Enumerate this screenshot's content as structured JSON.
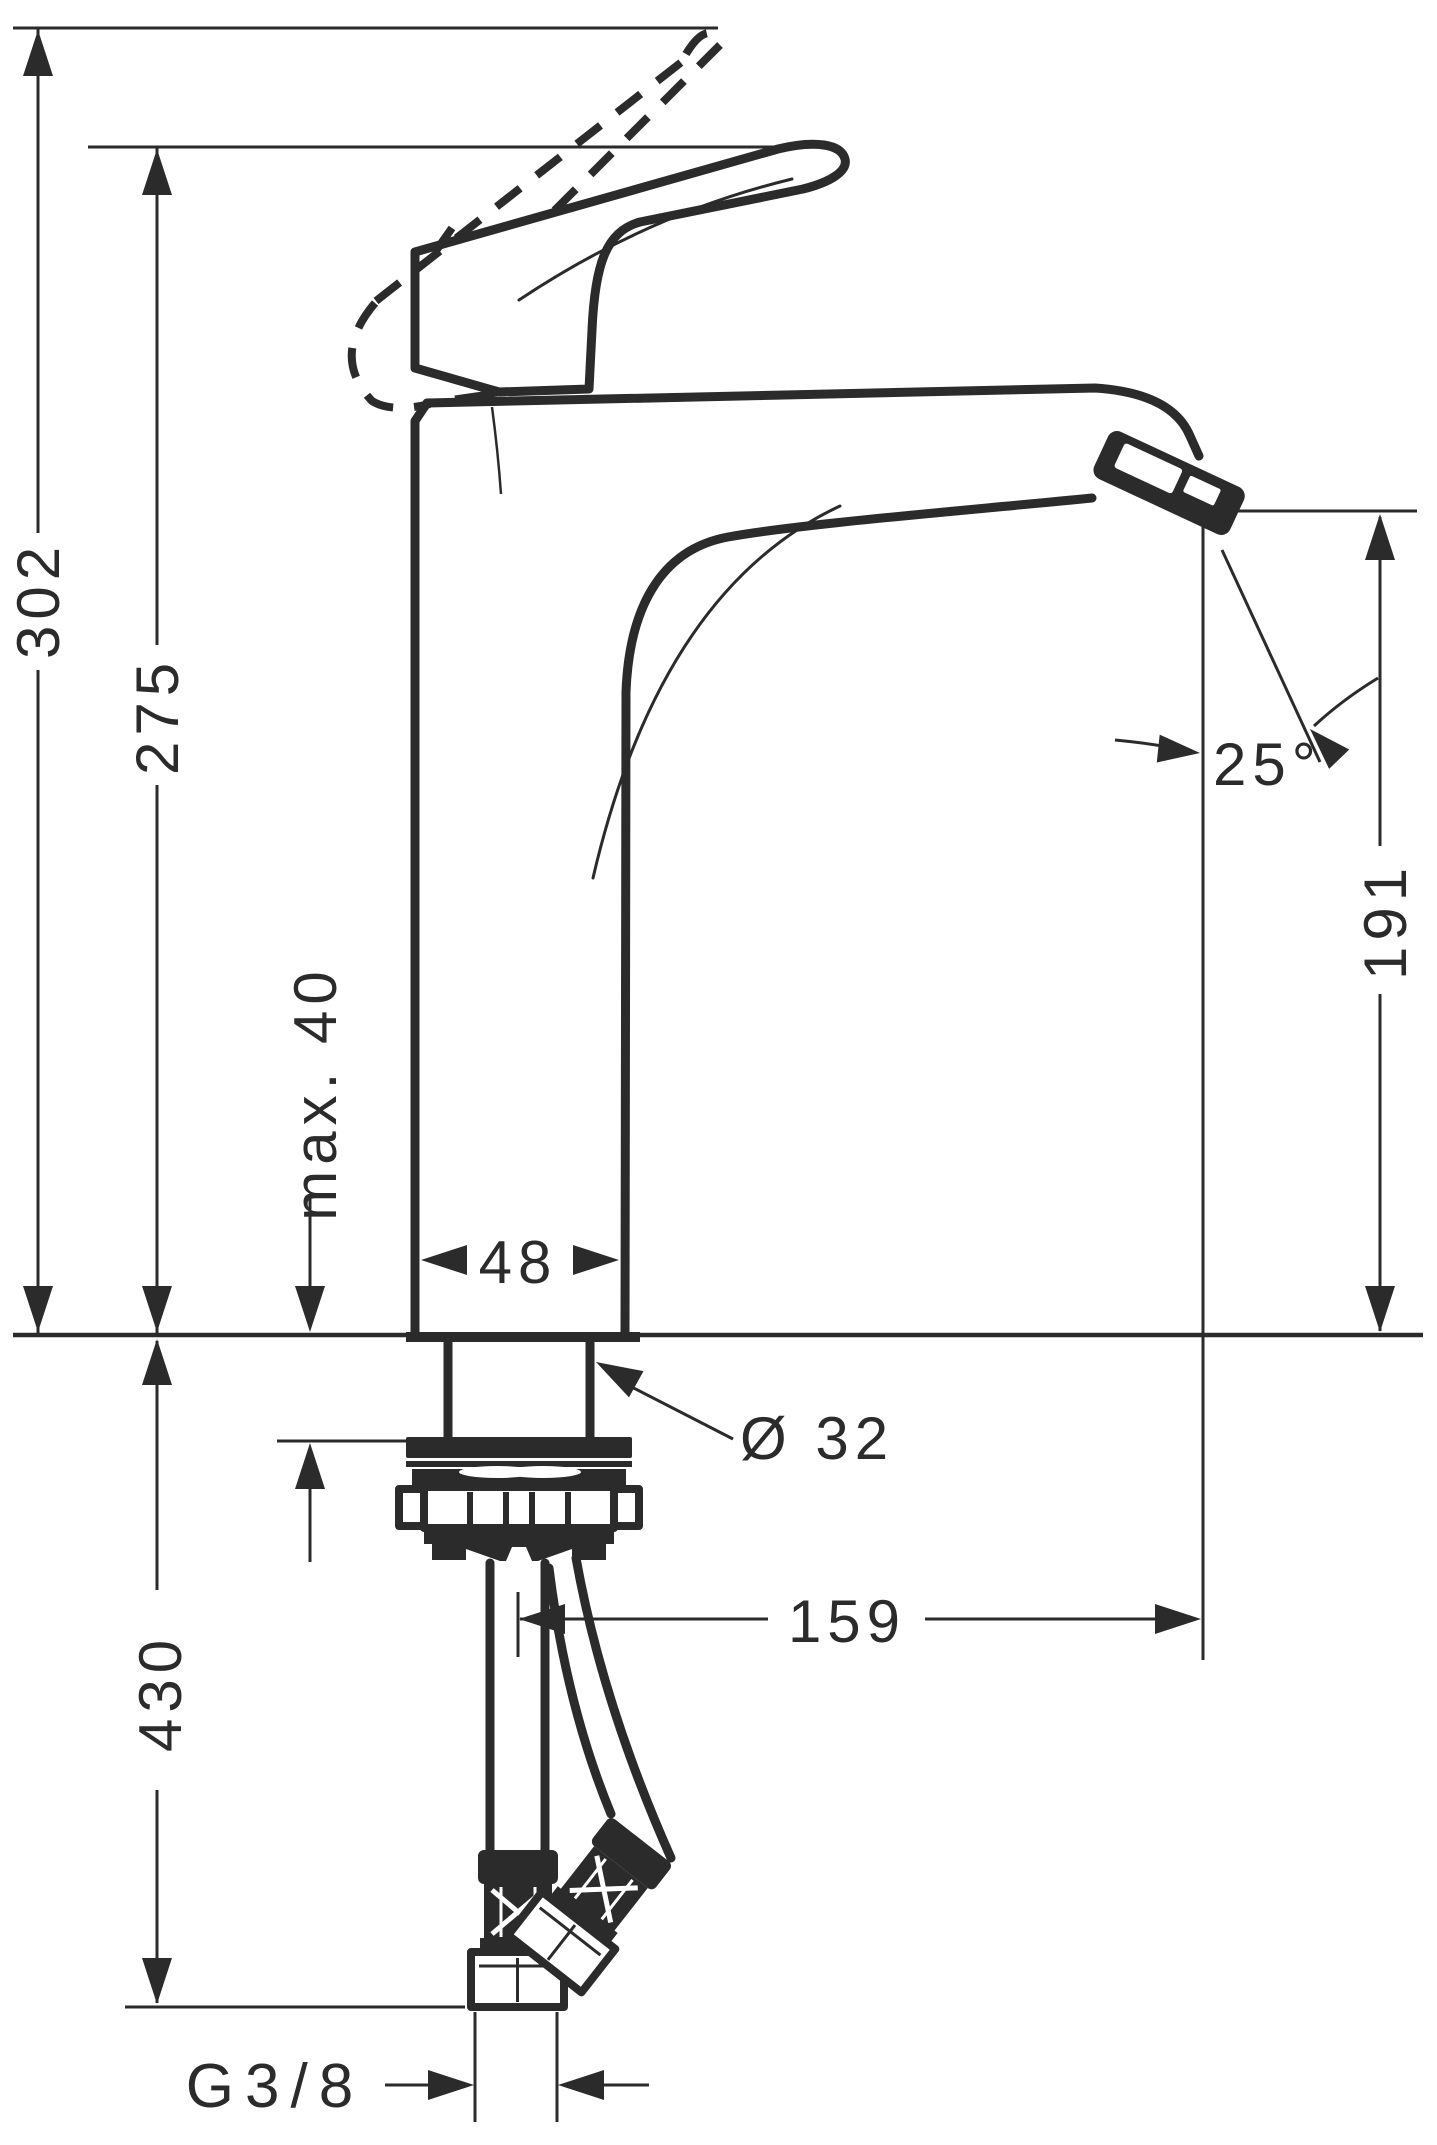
{
  "drawing": {
    "ink": "#2b2b2b",
    "background": "#ffffff",
    "labels": {
      "total_height": "302",
      "height_to_handle": "275",
      "max_deck_thickness": "max. 40",
      "body_width": "48",
      "spout_angle": "25°",
      "outlet_height": "191",
      "tap_hole_diameter": "Ø 32",
      "spout_reach": "159",
      "hose_length": "430",
      "connection_thread": "G3/8"
    }
  }
}
